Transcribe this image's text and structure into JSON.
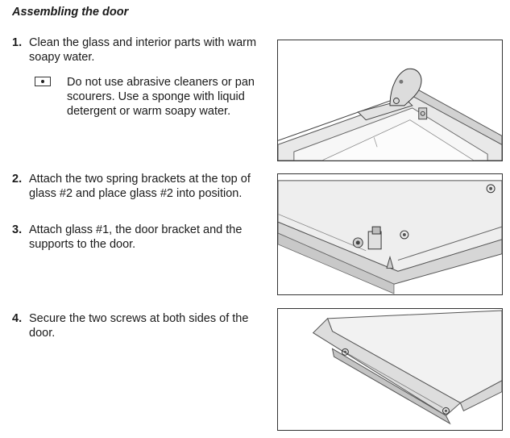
{
  "heading": "Assembling the door",
  "steps": [
    {
      "number": "1.",
      "text": "Clean the glass and interior parts with warm soapy water."
    },
    {
      "number": "2.",
      "text": "Attach the two spring brackets at the top of glass #2 and place glass #2 into position."
    },
    {
      "number": "3.",
      "text": "Attach glass #1, the door bracket and the supports to the door."
    },
    {
      "number": "4.",
      "text": "Secure the two screws at both sides of the door."
    }
  ],
  "note": {
    "icon": "info-icon",
    "text": "Do not use abrasive cleaners or pan scourers. Use a sponge with liquid detergent or warm soapy water."
  }
}
